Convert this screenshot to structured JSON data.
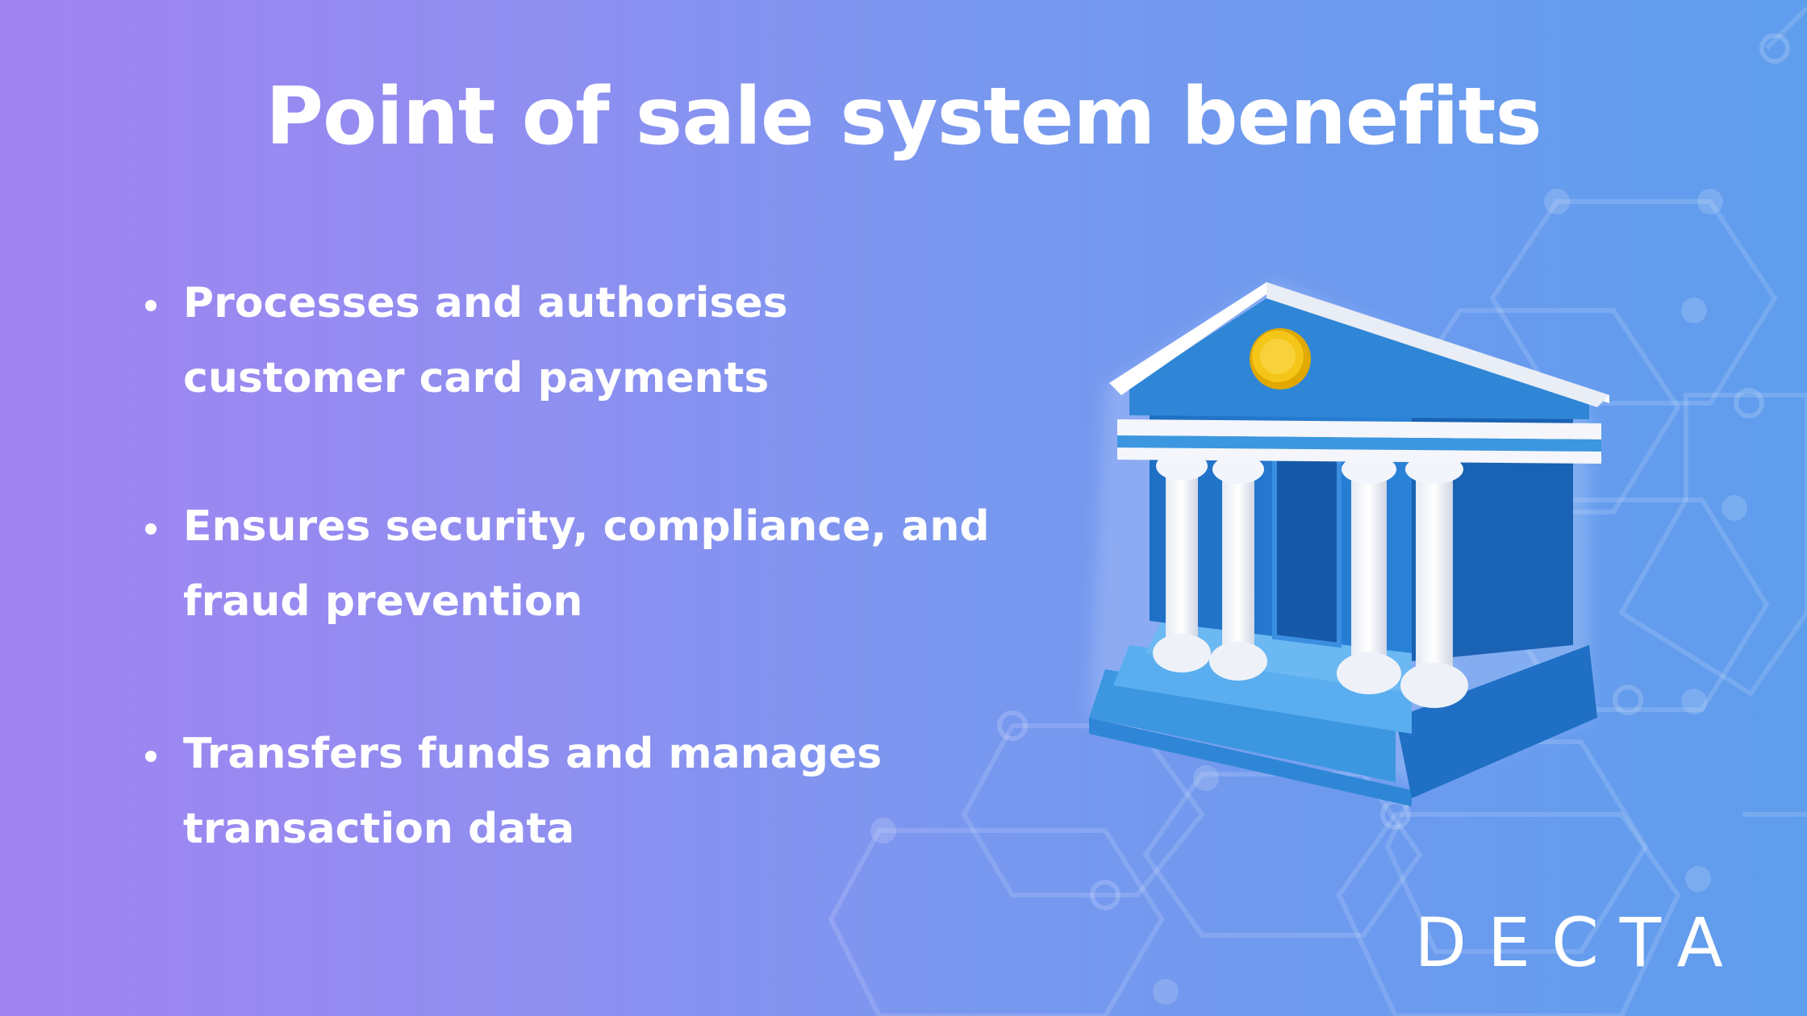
{
  "title": "Point of sale system benefits",
  "bullets": [
    "Processes and authorises customer card payments",
    "Ensures security, compliance, and fraud prevention",
    "Transfers funds and manages transaction data"
  ],
  "logo": "DECTA",
  "illustration": "bank-building-icon",
  "colors": {
    "gradient_start": "#a184f2",
    "gradient_end": "#5f9ded",
    "text": "#ffffff",
    "bank_blue": "#2f86d6",
    "coin": "#f5c518"
  }
}
